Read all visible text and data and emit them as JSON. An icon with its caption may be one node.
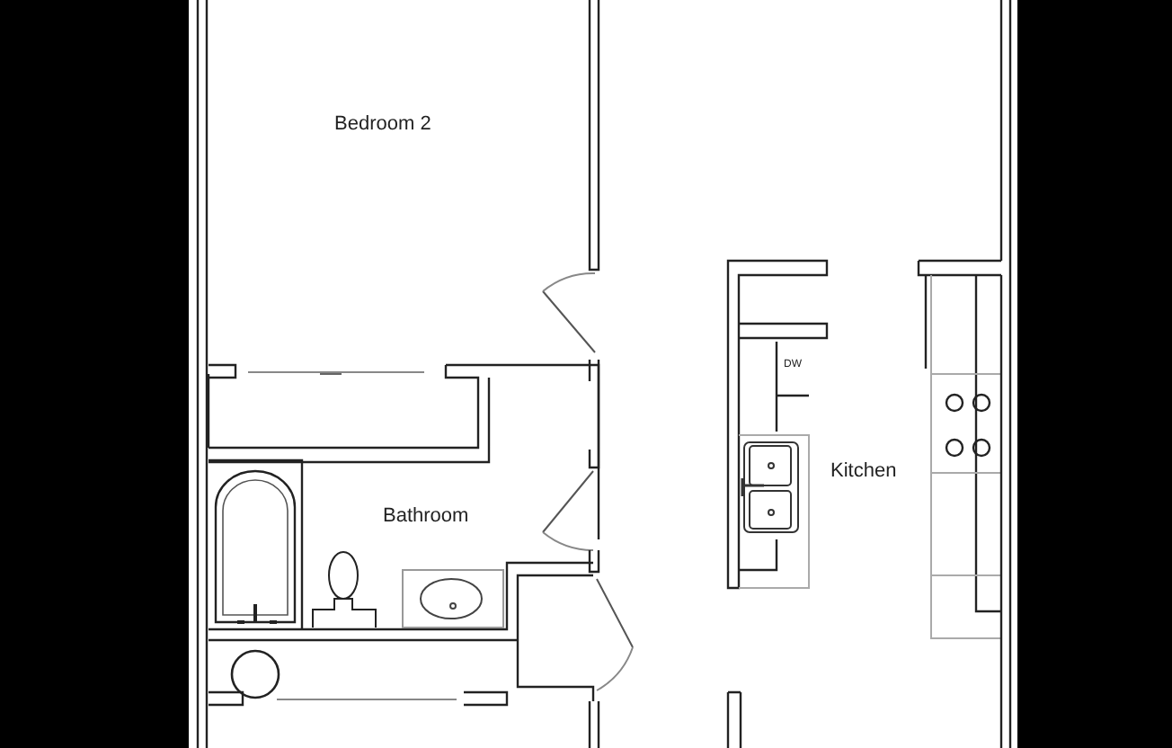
{
  "diagram": {
    "labels": [
      "Bedroom 2",
      "Bathroom",
      "DW",
      "Kitchen"
    ]
  }
}
